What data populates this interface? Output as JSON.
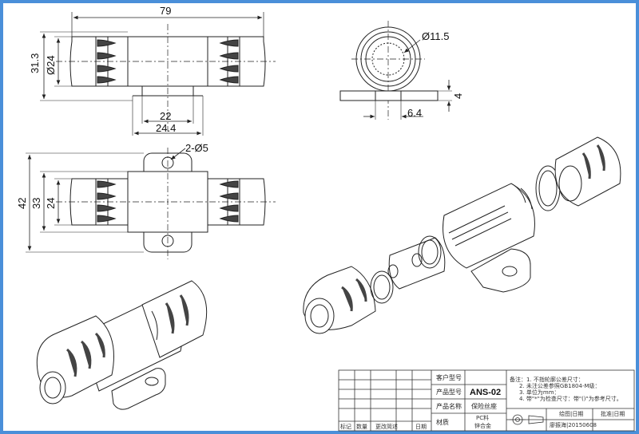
{
  "dimensions": {
    "top_view": {
      "overall_length": "79",
      "outer_height": "31.3",
      "inner_diameter": "Ø24",
      "base_inner": "22",
      "base_outer": "24.4"
    },
    "side_view": {
      "hole_diameter": "Ø11.5",
      "plate_thickness": "4",
      "plate_width": "6.4"
    },
    "bottom_view": {
      "holes": "2-Ø5",
      "plate_height": "42",
      "body_height": "33",
      "cap_height": "24"
    }
  },
  "title_block": {
    "customer_model_label": "客户型号",
    "product_model_label": "产品型号",
    "product_model_value": "ANS-02",
    "product_name_label": "产品名称",
    "product_name_value": "保险丝座",
    "material_label": "材质",
    "material_value_1": "PC料",
    "material_value_2": "锌合金",
    "drawn_label": "绘图|日期",
    "approve_label": "批准|日期",
    "drawn_value": "廖振海|20150608",
    "notes": [
      "备注：1. 不指轮廓公差尺寸：",
      "2. 未注公差参照GB1804-M级：",
      "3. 单位为mm：",
      "4. 带\"*\"为检查尺寸：带\"()\"为参考尺寸。"
    ],
    "bottom_labels": [
      "标记",
      "数量",
      "更改简述",
      "日期"
    ]
  }
}
